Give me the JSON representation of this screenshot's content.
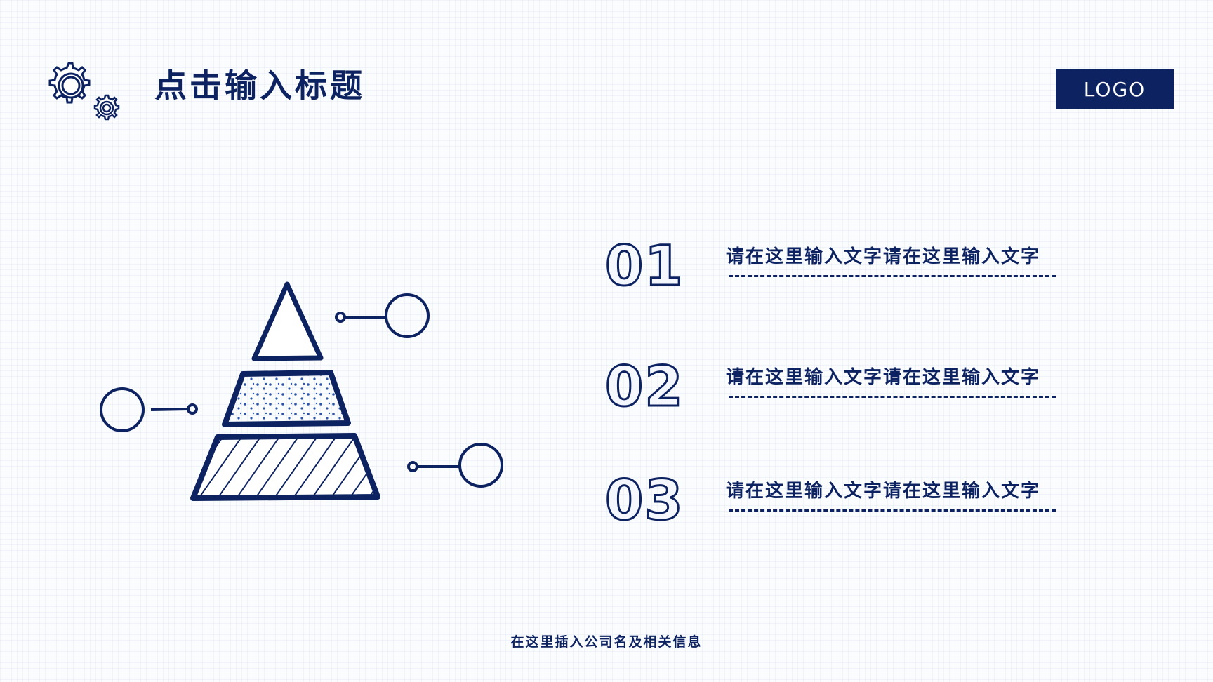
{
  "header": {
    "title": "点击输入标题",
    "logo": "LOGO",
    "icon": "gears-icon"
  },
  "list": [
    {
      "number": "01",
      "text": "请在这里输入文字请在这里输入文字"
    },
    {
      "number": "02",
      "text": "请在这里输入文字请在这里输入文字"
    },
    {
      "number": "03",
      "text": "请在这里输入文字请在这里输入文字"
    }
  ],
  "illustration": {
    "icon": "pyramid-icon"
  },
  "footer": {
    "text": "在这里插入公司名及相关信息"
  },
  "colors": {
    "primary": "#0d2260",
    "background": "#fbfcfe"
  }
}
